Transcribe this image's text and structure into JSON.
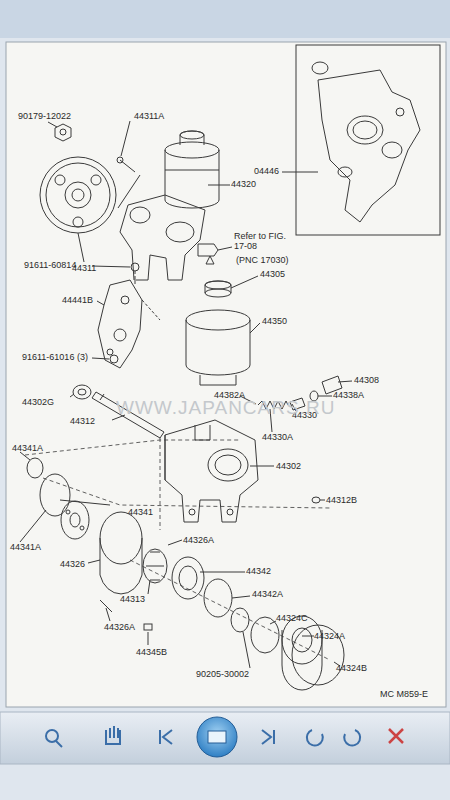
{
  "diagram": {
    "labels": [
      "90179-12022",
      "44311A",
      "44311",
      "44320",
      "04446",
      "Refer to FIG. 17-08",
      "(PNC 17030)",
      "91611-60814",
      "44305",
      "44441B",
      "44350",
      "91611-61016 (3)",
      "44302G",
      "44382A",
      "44308",
      "44338A",
      "44312",
      "44330",
      "44330A",
      "44302",
      "44341A",
      "44341",
      "44312B",
      "44341A",
      "44326",
      "44326A",
      "44342",
      "44313",
      "44342A",
      "44326A",
      "44345B",
      "44324C",
      "44324A",
      "90205-30002",
      "44324B",
      "MC M859-E",
      "WWW.JAPANCARS.RU"
    ]
  }
}
